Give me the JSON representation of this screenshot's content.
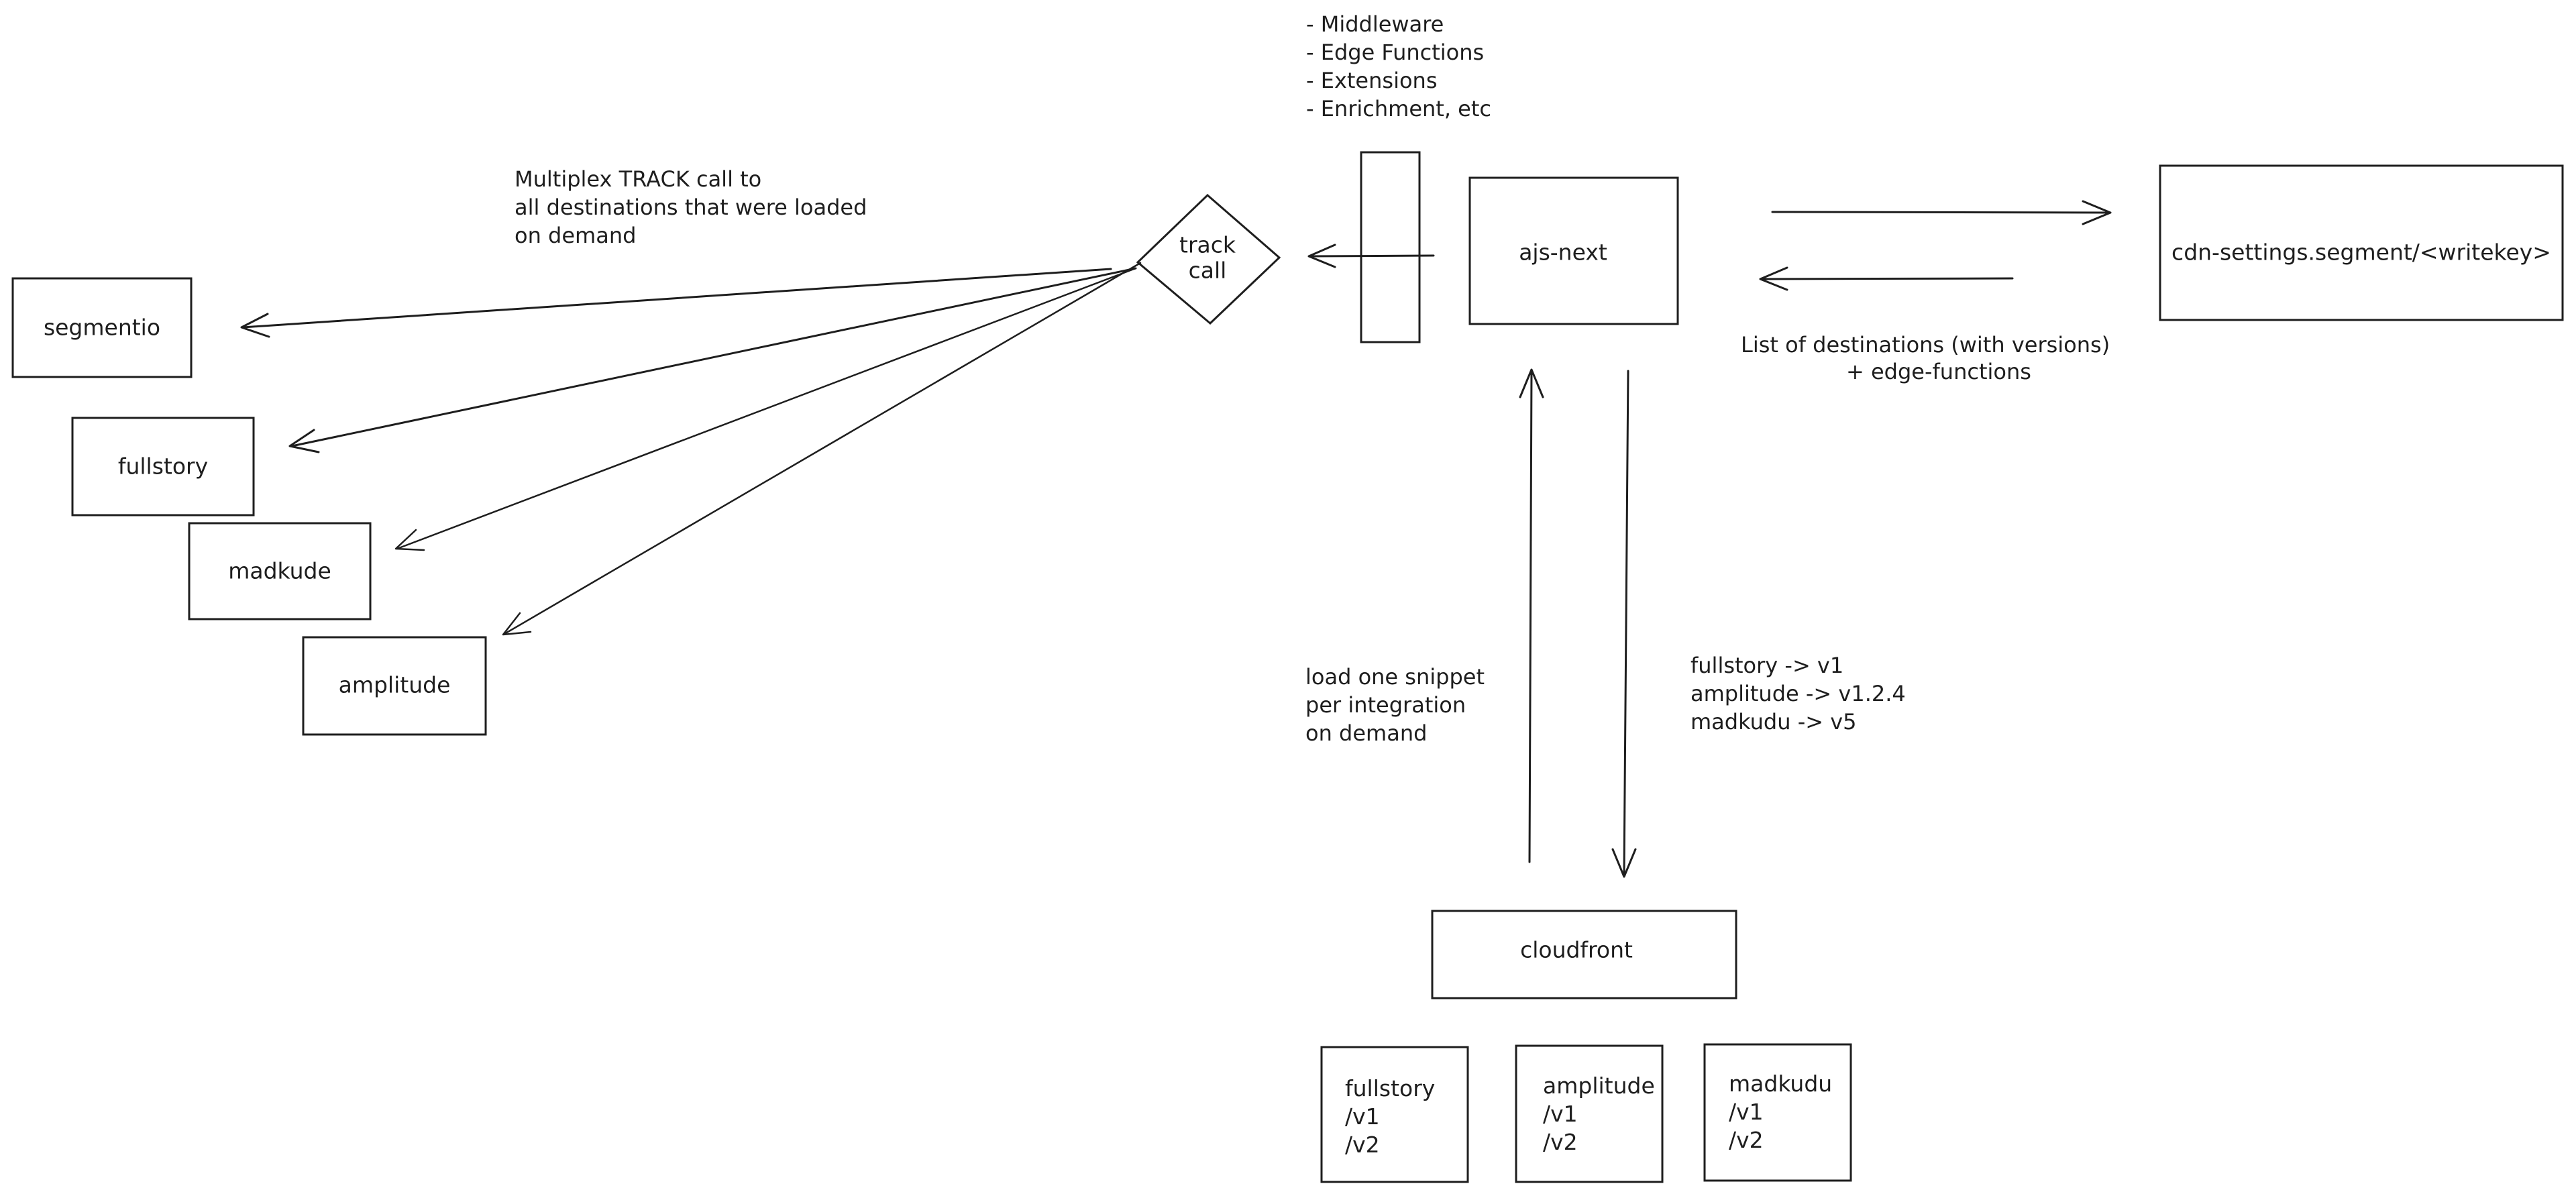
{
  "notes": {
    "top_list": [
      "- Middleware",
      "- Edge Functions",
      "- Extensions",
      "- Enrichment, etc"
    ],
    "multiplex": [
      "Multiplex TRACK call to",
      "all destinations that were loaded",
      "on demand"
    ],
    "destinations_list": [
      "List of destinations (with versions)",
      "+ edge-functions"
    ],
    "load_snippet": [
      "load one snippet",
      "per integration",
      "on demand"
    ],
    "versions": [
      "fullstory -> v1",
      "amplitude -> v1.2.4",
      "madkudu -> v5"
    ]
  },
  "nodes": {
    "track_call": [
      "track",
      "call"
    ],
    "ajs_next": "ajs-next",
    "cdn_settings": "cdn-settings.segment/<writekey>",
    "segmentio": "segmentio",
    "fullstory": "fullstory",
    "madkude": "madkude",
    "amplitude": "amplitude",
    "cloudfront": "cloudfront"
  },
  "cdn_folders": [
    {
      "name": "fullstory",
      "versions": [
        "/v1",
        "/v2"
      ]
    },
    {
      "name": "amplitude",
      "versions": [
        "/v1",
        "/v2"
      ]
    },
    {
      "name": "madkudu",
      "versions": [
        "/v1",
        "/v2"
      ]
    }
  ]
}
